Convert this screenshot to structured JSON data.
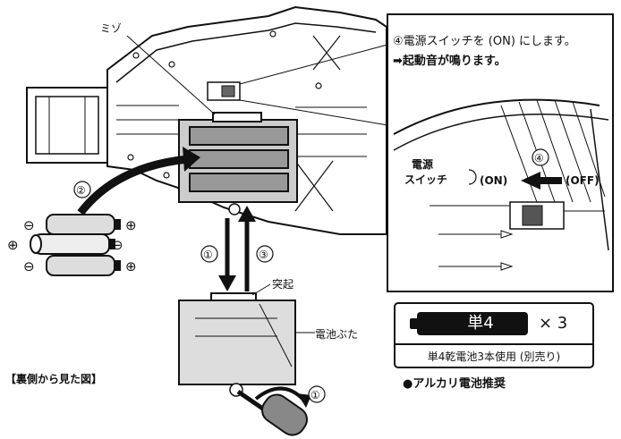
{
  "labels": {
    "groove": "ミゾ",
    "step4_instruction": "④電源スイッチを (ON) にします。",
    "step4_result": "➡起動音が鳴ります。",
    "power_switch_line1": "電源",
    "power_switch_line2": "スイッチ",
    "on": "(ON)",
    "off": "(OFF)",
    "step4_marker": "④",
    "step1_marker": "①",
    "step2_marker": "②",
    "step3_marker": "③",
    "screw_step_marker": "①",
    "protrusion": "突起",
    "battery_cover": "電池ぶた",
    "view_from_back": "【裏側から見た図】",
    "minus": "⊖",
    "plus": "⊕"
  },
  "battery_spec": {
    "size": "単4",
    "quantity": "× 3",
    "note": "単4乾電池3本使用 (別売り)"
  },
  "recommendation": "●アルカリ電池推奨",
  "icons": [
    "battery-icon",
    "screwdriver-icon",
    "rotate-arrow-icon",
    "arrow-icon"
  ]
}
